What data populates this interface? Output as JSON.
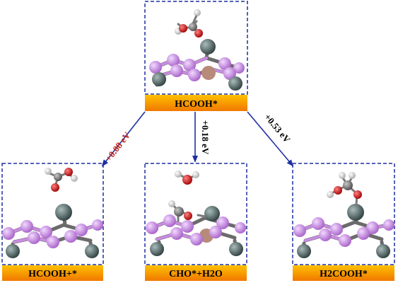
{
  "nodes": {
    "top": {
      "label": "HCOOH*"
    },
    "left": {
      "label": "HCOOH+*"
    },
    "center": {
      "label": "CHO*+H2O"
    },
    "right": {
      "label": "H2COOH*"
    }
  },
  "edges": {
    "left": {
      "label": "+0.08 eV",
      "color": "#c0201a"
    },
    "center": {
      "label": "+0.18 eV",
      "color": "#000000"
    },
    "right": {
      "label": "+0.53 eV",
      "color": "#000000"
    }
  },
  "colors": {
    "box_border": "#1f2fa0",
    "label_bar_top": "#ffc000",
    "label_bar_bottom": "#f07800",
    "arrow": "#1f2fa0",
    "atom_boron": "#c88be0",
    "atom_metal": "#4e6361",
    "atom_oxygen": "#d01010",
    "atom_carbon": "#707070",
    "atom_hydrogen": "#f4f4f4"
  }
}
